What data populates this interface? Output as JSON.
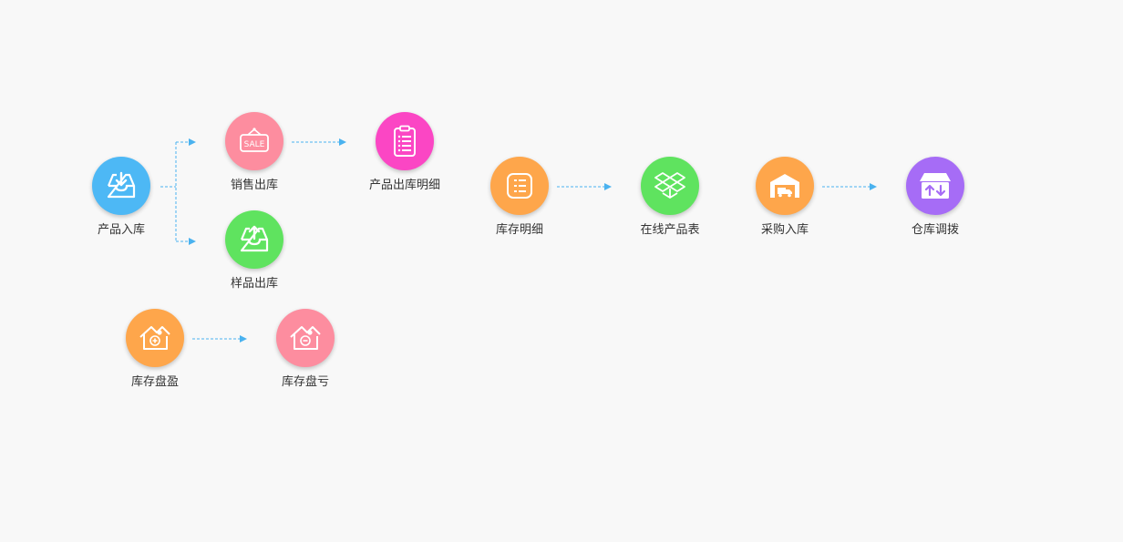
{
  "nodes": {
    "product_inbound": {
      "label": "产品入库",
      "color": "#4db8f5",
      "icon": "inbox-download-icon"
    },
    "sales_outbound": {
      "label": "销售出库",
      "color": "#fd8d9f",
      "icon": "sale-tag-icon",
      "icon_text": "SALE"
    },
    "sample_outbound": {
      "label": "样品出库",
      "color": "#5fe35f",
      "icon": "inbox-upload-icon"
    },
    "product_outbound_detail": {
      "label": "产品出库明细",
      "color": "#fb46c4",
      "icon": "clipboard-list-icon"
    },
    "inventory_detail": {
      "label": "库存明细",
      "color": "#fea64b",
      "icon": "list-icon"
    },
    "online_product_table": {
      "label": "在线产品表",
      "color": "#5fe35f",
      "icon": "dropbox-icon"
    },
    "purchase_inbound": {
      "label": "采购入库",
      "color": "#fea64b",
      "icon": "warehouse-truck-icon"
    },
    "warehouse_transfer": {
      "label": "仓库调拨",
      "color": "#a66cf6",
      "icon": "transfer-box-icon"
    },
    "inventory_surplus": {
      "label": "库存盘盈",
      "color": "#fea64b",
      "icon": "house-plus-icon"
    },
    "inventory_loss": {
      "label": "库存盘亏",
      "color": "#fd8d9f",
      "icon": "house-minus-icon"
    }
  },
  "connector_color": "#4ab2ef"
}
